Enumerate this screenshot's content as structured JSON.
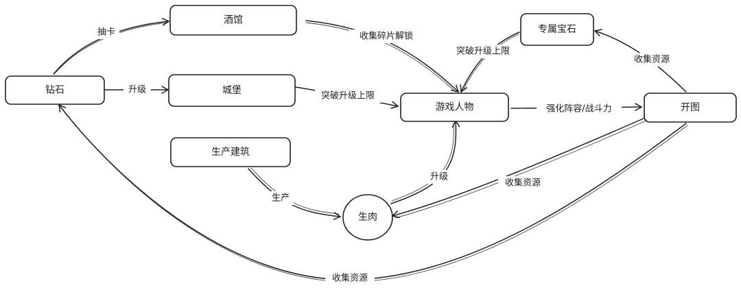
{
  "nodes": {
    "diamond": "钻石",
    "tavern": "酒馆",
    "castle": "城堡",
    "production_building": "生产建筑",
    "characters": "游戏人物",
    "exclusive_gem": "专属宝石",
    "map": "开图",
    "meat": "生肉"
  },
  "edges": {
    "diamond_to_tavern": "抽卡",
    "diamond_to_castle": "升级",
    "tavern_to_characters": "收集碎片解锁",
    "castle_to_characters": "突破升级上限",
    "gem_to_characters": "突破升级上限",
    "map_to_gem": "收集资源",
    "characters_to_map": "强化阵容/战斗力",
    "building_to_meat": "生产",
    "meat_to_characters": "升级",
    "map_to_meat": "收集资源",
    "map_to_diamond": "收集资源"
  }
}
